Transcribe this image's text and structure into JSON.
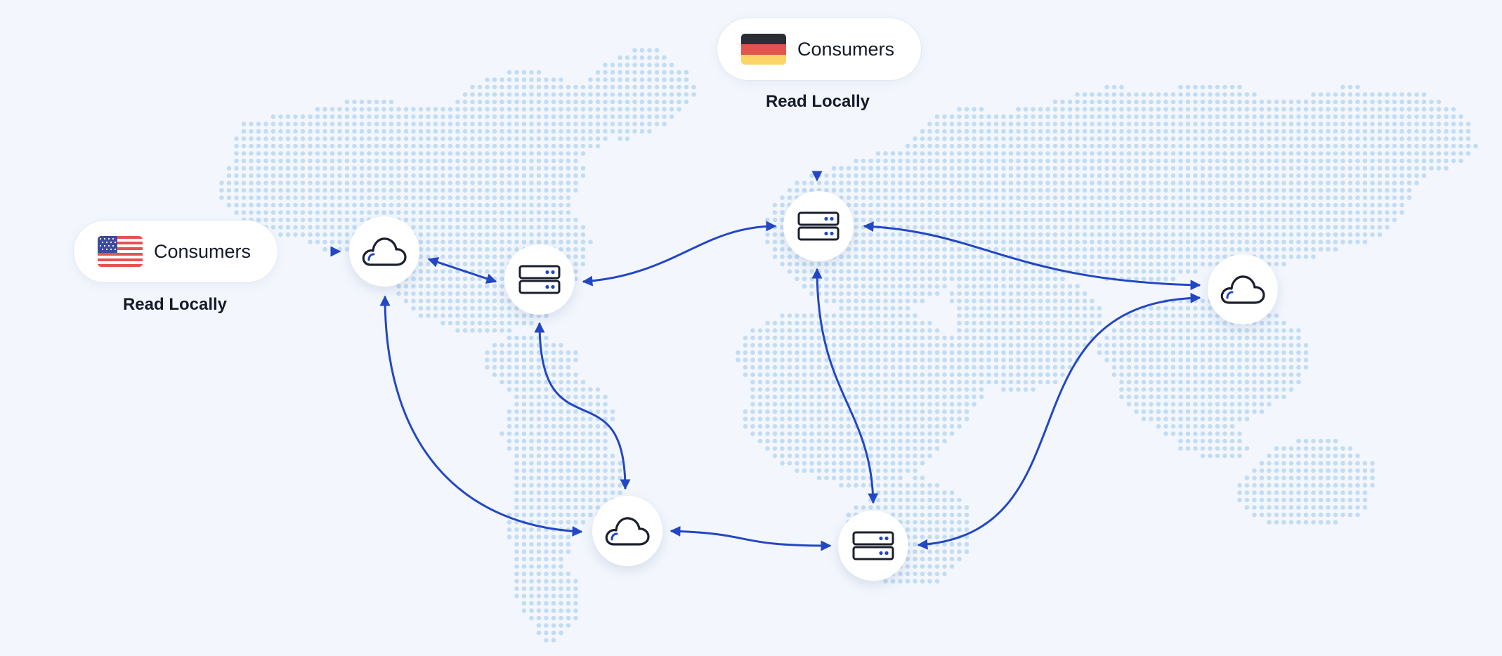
{
  "consumers": {
    "us": {
      "label": "Consumers",
      "caption": "Read Locally",
      "flag": "us-flag-icon"
    },
    "de": {
      "label": "Consumers",
      "caption": "Read Locally",
      "flag": "germany-flag-icon"
    }
  },
  "nodes": [
    {
      "id": "na-west",
      "kind": "cloud"
    },
    {
      "id": "na-east",
      "kind": "server"
    },
    {
      "id": "europe",
      "kind": "server"
    },
    {
      "id": "asia",
      "kind": "cloud"
    },
    {
      "id": "south-america",
      "kind": "cloud"
    },
    {
      "id": "africa",
      "kind": "server"
    }
  ],
  "connections": [
    [
      "na-west",
      "na-east"
    ],
    [
      "na-east",
      "europe"
    ],
    [
      "europe",
      "asia"
    ],
    [
      "europe",
      "africa"
    ],
    [
      "na-east",
      "south-america"
    ],
    [
      "na-west",
      "south-america"
    ],
    [
      "south-america",
      "africa"
    ],
    [
      "africa",
      "asia"
    ]
  ],
  "colors": {
    "background": "#f3f7fd",
    "map_dot": "#c3dcf5",
    "link": "#2347c4",
    "icon_stroke": "#1b1f2e",
    "icon_accent": "#2347c4"
  }
}
